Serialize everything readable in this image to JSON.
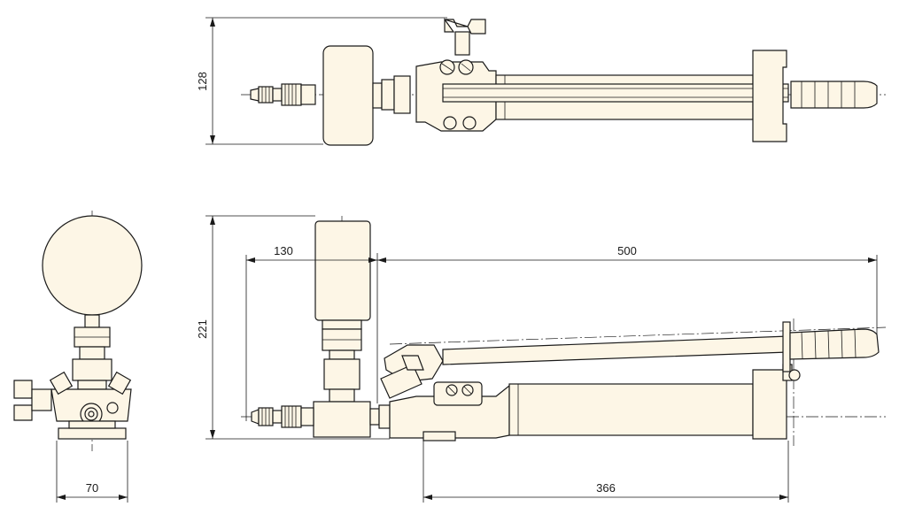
{
  "dimensions": {
    "top_view_height": "128",
    "side_view_height": "221",
    "gauge_to_tip": "130",
    "overall_length": "500",
    "pump_body_length": "366",
    "front_width": "70"
  }
}
